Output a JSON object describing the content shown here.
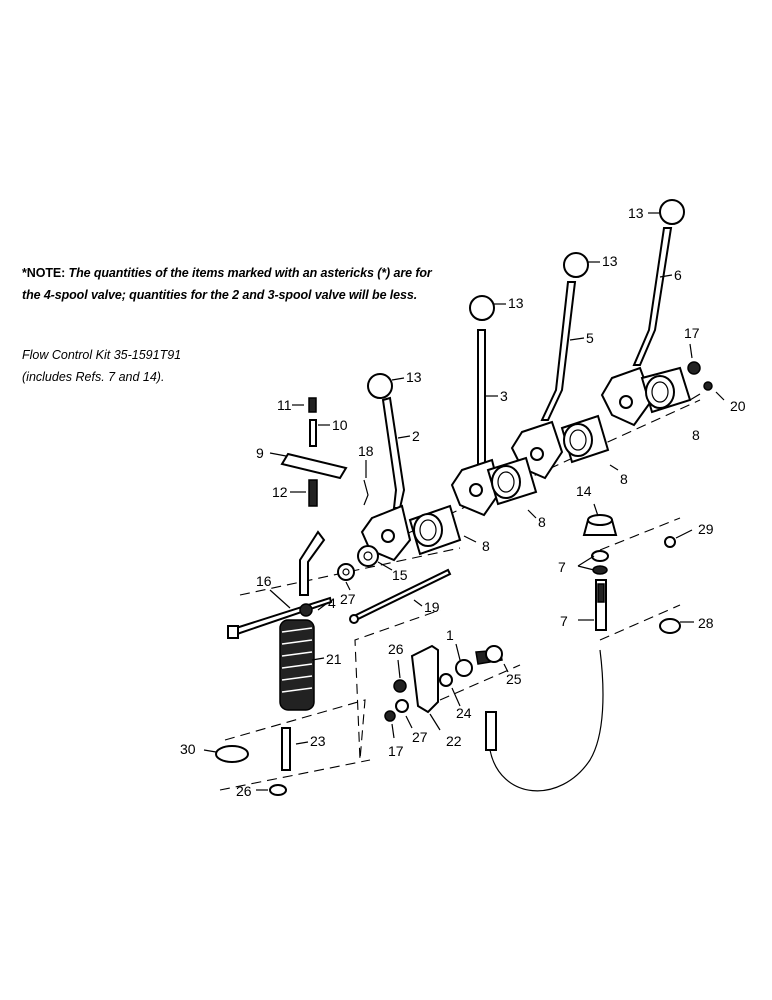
{
  "note": {
    "prefix": "*NOTE:",
    "body": "The quantities of the items marked with an astericks (*) are for the 4-spool valve; quantities for the 2 and 3-spool valve will be less."
  },
  "kit": {
    "line1": "Flow Control Kit 35-1591T91",
    "line2": "(includes Refs. 7 and 14)."
  },
  "callouts": {
    "c1": "1",
    "c2": "2",
    "c3": "3",
    "c4": "4",
    "c5": "5",
    "c6": "6",
    "c7a": "7",
    "c7b": "7",
    "c8a": "8",
    "c8b": "8",
    "c8c": "8",
    "c8d": "8",
    "c9": "9",
    "c10": "10",
    "c11": "11",
    "c12": "12",
    "c13a": "13",
    "c13b": "13",
    "c13c": "13",
    "c13d": "13",
    "c14": "14",
    "c15": "15",
    "c16": "16",
    "c17a": "17",
    "c17b": "17",
    "c18": "18",
    "c19": "19",
    "c20": "20",
    "c21": "21",
    "c22": "22",
    "c23": "23",
    "c24": "24",
    "c25": "25",
    "c26a": "26",
    "c26b": "26",
    "c27a": "27",
    "c27b": "27",
    "c28": "28",
    "c29": "29",
    "c30": "30"
  }
}
